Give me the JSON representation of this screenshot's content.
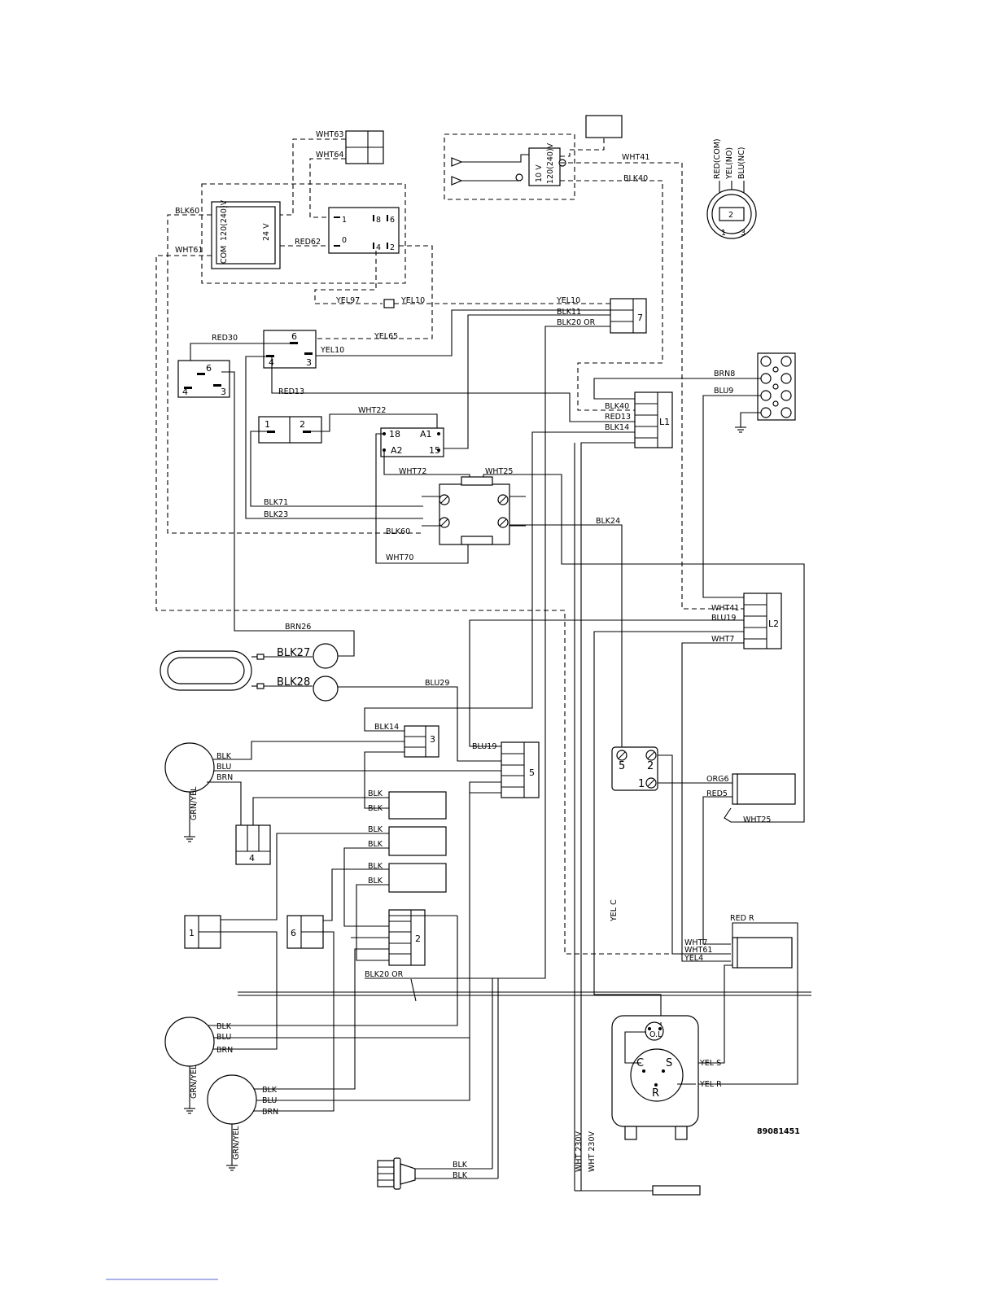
{
  "wire_labels": {
    "wht63": "WHT63",
    "wht64": "WHT64",
    "blk60_top": "BLK60",
    "wht61": "WHT61",
    "red62": "RED62",
    "wht41_top": "WHT41",
    "blk40_top": "BLK40",
    "yel97": "YEL97",
    "yel10_a": "YEL10",
    "yel10_b": "YEL10",
    "blk11": "BLK11",
    "blk20_or_top": "BLK20 OR",
    "red30": "RED30",
    "yel65": "YEL65",
    "yel10_c": "YEL10",
    "red13": "RED13",
    "brn8": "BRN8",
    "blu9": "BLU9",
    "blk40_l1": "BLK40",
    "red13_l1": "RED13",
    "blk14_l1": "BLK14",
    "wht22": "WHT22",
    "wht72": "WHT72",
    "wht25_top": "WHT25",
    "blk71": "BLK71",
    "blk23": "BLK23",
    "blk60_mid": "BLK60",
    "blk24": "BLK24",
    "wht70": "WHT70",
    "wht41_l2": "WHT41",
    "blu19_l2": "BLU19",
    "wht7_l2": "WHT7",
    "brn26": "BRN26",
    "blk27": "BLK27",
    "blk28": "BLK28",
    "blu29": "BLU29",
    "blk14_3": "BLK14",
    "blu19_5": "BLU19",
    "m1_blk": "BLK",
    "m1_blu": "BLU",
    "m1_brn": "BRN",
    "m1_gnd": "GRN/YEL",
    "l_blk1": "BLK",
    "l_blk2": "BLK",
    "l_blk3": "BLK",
    "l_blk4": "BLK",
    "l_blk5": "BLK",
    "l_blk6": "BLK",
    "org6": "ORG6",
    "red5": "RED5",
    "wht25_bot": "WHT25",
    "yel_c": "YEL C",
    "red_r": "RED R",
    "wht7_c": "WHT7",
    "wht61_c": "WHT61",
    "yel4": "YEL4",
    "blk20_or_bot": "BLK20 OR",
    "m2_blk": "BLK",
    "m2_blu": "BLU",
    "m2_brn": "BRN",
    "m2_gnd": "GRN/YEL",
    "m3_blk": "BLK",
    "m3_blu": "BLU",
    "m3_brn": "BRN",
    "m3_gnd": "GRN/YEL",
    "yel_s": "YEL S",
    "yel_r": "YEL R",
    "plug_blk1": "BLK",
    "plug_blk2": "BLK",
    "wht230_1": "WHT 230V",
    "wht230_2": "WHT 230V"
  },
  "terminal_labels": {
    "t1": "1",
    "t8": "8",
    "t6": "6",
    "t0": "0",
    "t4": "4",
    "t2": "2",
    "r120": "120(240)V",
    "r24": "24 V",
    "rcom": "COM",
    "v10": "10 V",
    "v120": "120(240)V",
    "s6": "6",
    "s4": "4",
    "s3": "3",
    "k6": "6",
    "k4": "4",
    "k3": "3",
    "c1": "1",
    "c2": "2",
    "c18": "18",
    "ca1": "A1",
    "ca2": "A2",
    "c15": "15",
    "p5": "5",
    "p2": "2",
    "p1": "1",
    "ol": "O.L",
    "cc": "C",
    "cs": "S",
    "cr": "R",
    "ts2": "2",
    "ts1": "1",
    "ts3": "3"
  },
  "connector_labels": {
    "con7": "7",
    "conL1": "L1",
    "conL2": "L2",
    "con3": "3",
    "con5": "5",
    "con4": "4",
    "con1": "1",
    "con6": "6",
    "con2": "2"
  },
  "thermostat_legend": {
    "com": "RED(COM)",
    "no": "YEL(NO)",
    "nc": "BLU(NC)"
  },
  "drawing_number": "89081451"
}
